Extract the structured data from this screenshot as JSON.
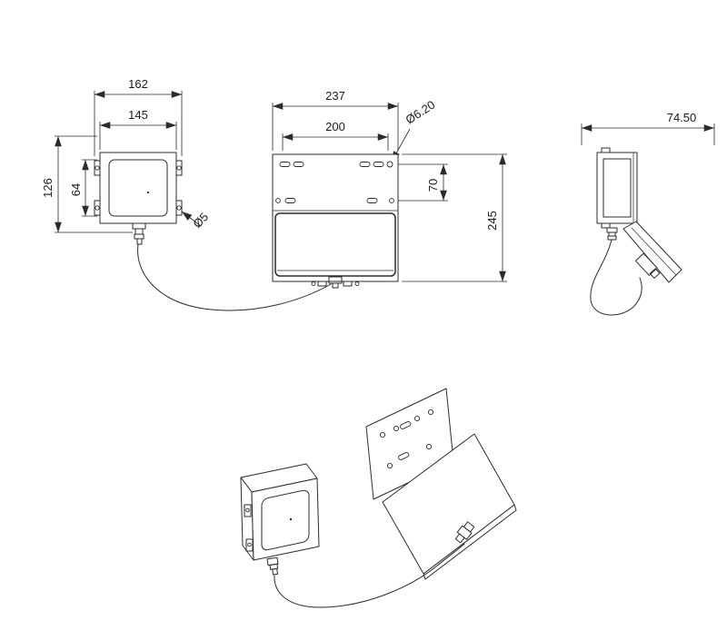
{
  "colors": {
    "line": "#2b2b2b",
    "background": "#ffffff"
  },
  "views": {
    "front": {
      "dims": {
        "width_outer": "162",
        "width_inner": "145",
        "height_outer": "126",
        "height_inner": "64",
        "hole_diameter": "Ø5"
      }
    },
    "plate": {
      "dims": {
        "width_outer": "237",
        "width_inner": "200",
        "hole_diameter": "Ø6.20",
        "hole_row_spacing": "70",
        "height": "245"
      }
    },
    "side": {
      "dims": {
        "depth": "74.50"
      }
    }
  }
}
